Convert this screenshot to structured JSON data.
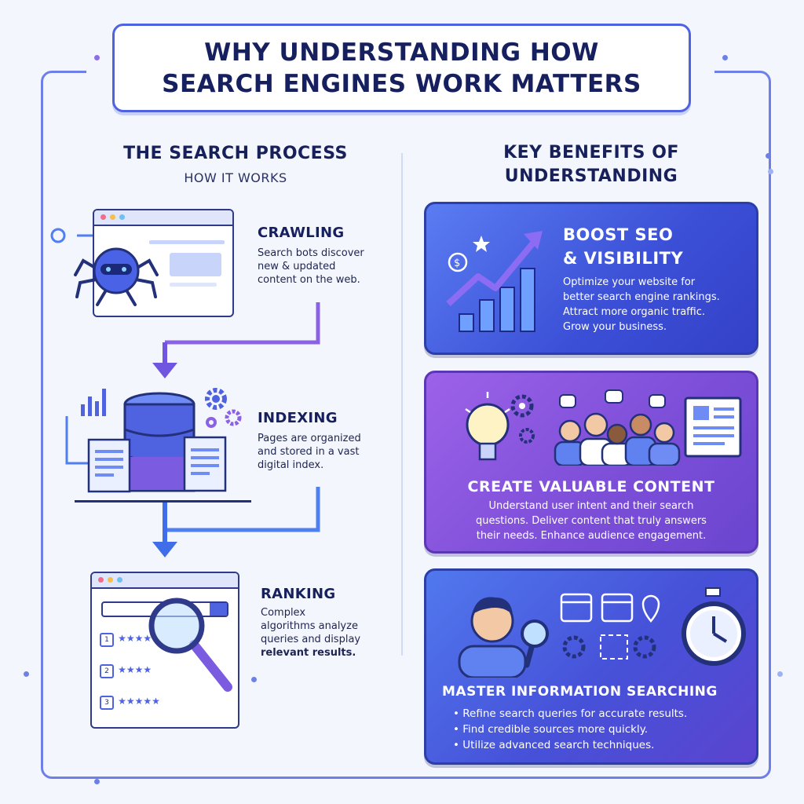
{
  "title": {
    "line1": "WHY UNDERSTANDING HOW",
    "line2": "SEARCH ENGINES WORK MATTERS"
  },
  "left": {
    "heading": "THE SEARCH PROCESS",
    "subheading": "HOW IT WORKS",
    "steps": [
      {
        "title": "CRAWLING",
        "desc": [
          "Search bots discover",
          "new & updated",
          "content on the web."
        ]
      },
      {
        "title": "INDEXING",
        "desc": [
          "Pages are organized",
          "and stored in a vast",
          "digital index."
        ]
      },
      {
        "title": "RANKING",
        "desc": [
          "Complex",
          "algorithms analyze",
          "queries and display"
        ],
        "desc_bold": "relevant results."
      }
    ],
    "ranking_numbers": [
      "1",
      "2",
      "3"
    ],
    "ranking_stars": [
      "★★★★",
      "★★★★",
      "★★★★★"
    ]
  },
  "right": {
    "heading": [
      "KEY BENEFITS OF",
      "UNDERSTANDING"
    ],
    "cards": [
      {
        "title": [
          "BOOST SEO",
          "& VISIBILITY"
        ],
        "text": [
          "Optimize your website for",
          "better search engine rankings.",
          "Attract more organic traffic.",
          "Grow your business."
        ]
      },
      {
        "title": [
          "CREATE VALUABLE CONTENT"
        ],
        "text": [
          "Understand user intent and their search",
          "questions. Deliver content that truly answers",
          "their needs. Enhance audience engagement."
        ]
      },
      {
        "title": [
          "MASTER INFORMATION SEARCHING"
        ],
        "bullets": [
          "Refine search queries for accurate results.",
          "Find credible sources more quickly.",
          "Utilize advanced search techniques."
        ]
      }
    ]
  },
  "icons": {
    "spider": "spider-icon",
    "database": "database-icon",
    "magnifier": "magnifier-icon",
    "chart": "growth-chart-icon",
    "lightbulb": "lightbulb-icon",
    "people": "audience-icon",
    "stopwatch": "stopwatch-icon",
    "calendar": "calendar-icon",
    "gear": "gear-icon"
  },
  "colors": {
    "primary": "#4f62e0",
    "navy": "#16205e",
    "purple": "#7e4fd9",
    "blue": "#3b4fd6",
    "background": "#f3f6fc"
  }
}
